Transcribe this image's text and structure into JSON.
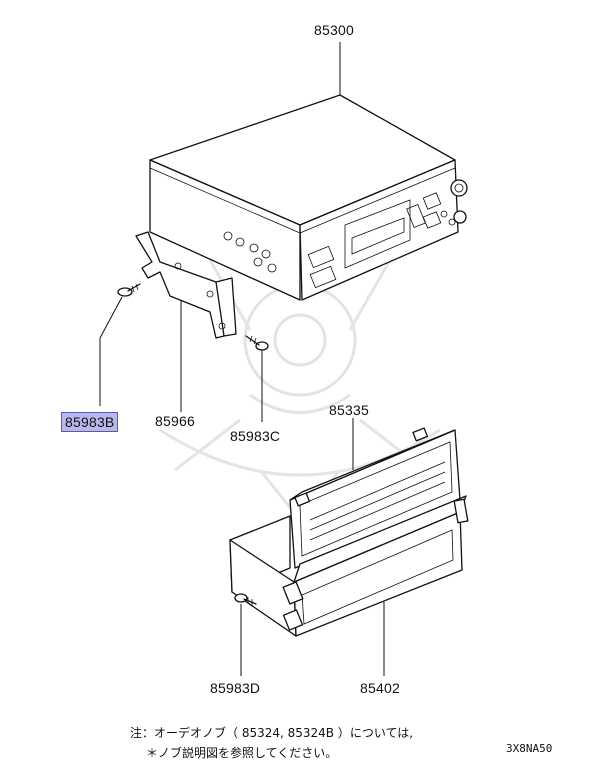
{
  "parts": {
    "p85300": "85300",
    "p85983B": "85983B",
    "p85966": "85966",
    "p85983C": "85983C",
    "p85335": "85335",
    "p85983D": "85983D",
    "p85402": "85402"
  },
  "notes": {
    "line1": "注：オーデオノブ（ 85324, 85324B ）については,",
    "line2": "＊ノブ説明図を参照してください。"
  },
  "figure_code": "3X8NA50",
  "highlight_color": "#b9b8ee"
}
